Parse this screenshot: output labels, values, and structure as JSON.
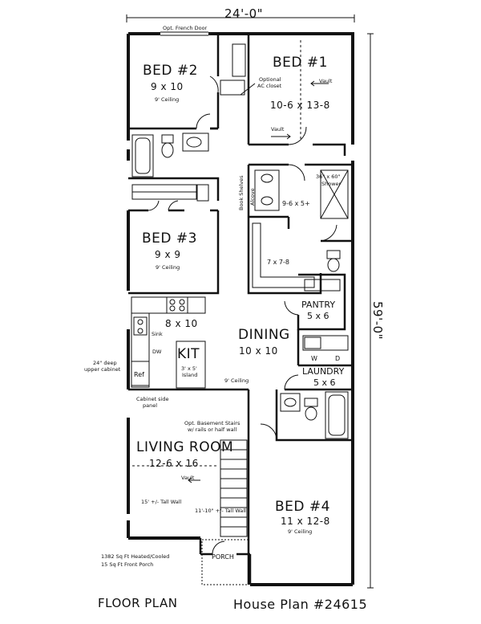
{
  "dimensions": {
    "width": "24'-0\"",
    "depth": "59'-0\""
  },
  "notes": {
    "opt_french_door": "Opt. French Door",
    "optional_ac_closet_1": "Optional",
    "optional_ac_closet_2": "AC closet",
    "vault_bed1_right": "Vault",
    "vault_bed1_left": "Vault",
    "book_shelves": "Book Shelves",
    "alcove": "Alcove",
    "shower_1": "36\" x 60\"",
    "shower_2": "Shower",
    "sink": "Sink",
    "dw": "DW",
    "upper_cabinet_1": "24\" deep",
    "upper_cabinet_2": "upper cabinet",
    "ref": "Ref",
    "cabinet_side_1": "Cabinet side",
    "cabinet_side_2": "panel",
    "ceiling_9": "9' Ceiling",
    "opt_basement_1": "Opt. Basement Stairs",
    "opt_basement_2": "w/ rails or half wall",
    "living_vault": "Vault",
    "tall_wall_15": "15' +/- Tall Wall",
    "tall_wall_11": "11'-10\" +/- Tall Wall",
    "washer": "W",
    "dryer": "D",
    "sqft_heated": "1382 Sq Ft Heated/Cooled",
    "sqft_porch": "15 Sq Ft Front Porch"
  },
  "rooms": {
    "bed2": {
      "name": "BED #2",
      "size": "9 x 10",
      "ceiling": "9' Ceiling"
    },
    "bed1": {
      "name": "BED #1",
      "size": "10-6 x 13-8"
    },
    "bath1": {
      "size": "9-6 x 5+"
    },
    "bed3": {
      "name": "BED #3",
      "size": "9 x 9",
      "ceiling": "9' Ceiling"
    },
    "closet": {
      "size": "7 x 7-8"
    },
    "pantry": {
      "name": "PANTRY",
      "size": "5 x 6"
    },
    "kitchen": {
      "size": "8 x 10",
      "name": "KIT",
      "island_1": "3' x 5'",
      "island_2": "Island"
    },
    "dining": {
      "name": "DINING",
      "size": "10 x 10"
    },
    "laundry": {
      "name": "LAUNDRY",
      "size": "5 x 6"
    },
    "living": {
      "name": "LIVING ROOM",
      "size": "12-6 x 16"
    },
    "bed4": {
      "name": "BED #4",
      "size": "11 x 12-8",
      "ceiling": "9' Ceiling"
    },
    "porch": {
      "name": "PORCH"
    }
  },
  "footer": {
    "left": "FLOOR PLAN",
    "right": "House Plan #24615"
  }
}
